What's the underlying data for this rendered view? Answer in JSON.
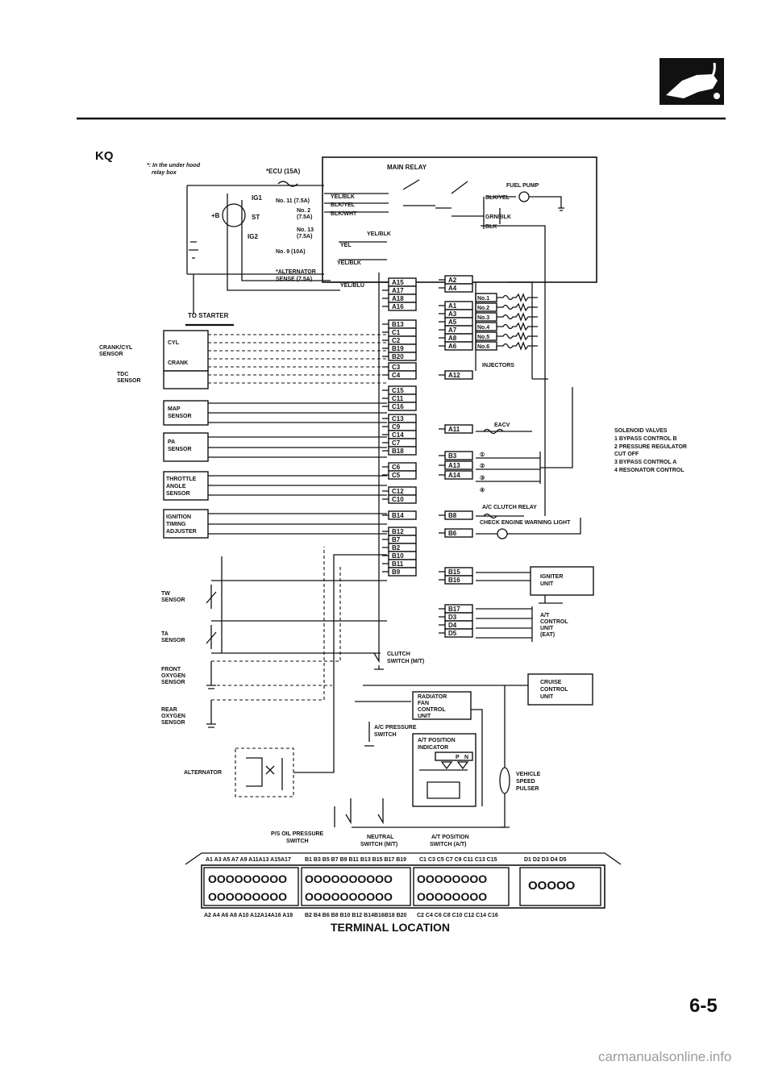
{
  "header": {
    "model_code": "KQ",
    "footnote_line1": "*: In the under hood",
    "footnote_line2": "relay box",
    "page_number": "6-5",
    "watermark": "carmanualsonline.info"
  },
  "power": {
    "ecu_fuse": "*ECU (15A)",
    "ig1": "IG1",
    "ig2": "IG2",
    "plus_b": "+B",
    "st": "ST",
    "fuse_no11": "No. 11 (7.5A)",
    "fuse_no2_a": "No. 2",
    "fuse_no2_b": "(7.5A)",
    "fuse_no13_a": "No. 13",
    "fuse_no13_b": "(7.5A)",
    "fuse_no9": "No. 9 (10A)",
    "alternator_sense_a": "*ALTERNATOR",
    "alternator_sense_b": "SENSE (7.5A)",
    "to_starter": "TO STARTER",
    "main_relay": "MAIN RELAY",
    "fuel_pump": "FUEL PUMP"
  },
  "wires": {
    "yel_blk": "YEL/BLK",
    "blk_yel": "BLK/YEL",
    "blk_wht": "BLK/WHT",
    "yel_blk_2": "YEL/BLK",
    "yel": "YEL",
    "yel_blk_3": "YEL/BLK",
    "yel_blu": "YEL/BLU",
    "blk_yel_2": "BLK/YEL",
    "grn_blk": "GRN/BLK",
    "blk": "BLK"
  },
  "sensors": {
    "crank_cyl_a": "CRANK/CYL",
    "crank_cyl_b": "SENSOR",
    "cyl": "CYL",
    "crank": "CRANK",
    "tdc_a": "TDC",
    "tdc_b": "SENSOR",
    "map_a": "MAP",
    "map_b": "SENSOR",
    "pa_a": "PA",
    "pa_b": "SENSOR",
    "throttle_a": "THROTTLE",
    "throttle_b": "ANGLE",
    "throttle_c": "SENSOR",
    "ignition_a": "IGNITION",
    "ignition_b": "TIMING",
    "ignition_c": "ADJUSTER",
    "tw_a": "TW",
    "tw_b": "SENSOR",
    "ta_a": "TA",
    "ta_b": "SENSOR",
    "front_o2_a": "FRONT",
    "front_o2_b": "OXYGEN",
    "front_o2_c": "SENSOR",
    "rear_o2_a": "REAR",
    "rear_o2_b": "OXYGEN",
    "rear_o2_c": "SENSOR",
    "alternator": "ALTERNATOR"
  },
  "ecu_pins": {
    "col_b": [
      "A15",
      "A17",
      "A18",
      "A16",
      "B13",
      "C1",
      "C2",
      "B19",
      "B20",
      "C3",
      "C4",
      "C15",
      "C11",
      "C16",
      "C13",
      "C9",
      "C14",
      "C7",
      "B18",
      "C6",
      "C5",
      "C12",
      "C10",
      "B14",
      "B12",
      "B7",
      "B2",
      "B10",
      "B11",
      "B9"
    ],
    "col_c_top": [
      "A2",
      "A4"
    ],
    "col_c_inj": [
      "A1",
      "A3",
      "A5",
      "A7",
      "A8",
      "A6"
    ],
    "col_c_mid": [
      "A12",
      "A11",
      "B3",
      "A13",
      "A14",
      "B8",
      "B6",
      "B15",
      "B16"
    ],
    "col_c_bot": [
      "B17",
      "D3",
      "D4",
      "D5"
    ]
  },
  "outputs": {
    "injectors_nos": [
      "No.1",
      "No.2",
      "No.3",
      "No.4",
      "No.5",
      "No.6"
    ],
    "injectors": "INJECTORS",
    "eacv": "EACV",
    "sol_1": "①",
    "sol_2": "②",
    "sol_3": "③",
    "sol_4": "④",
    "ac_clutch": "A/C CLUTCH RELAY",
    "cel": "CHECK ENGINE WARNING LIGHT",
    "igniter_a": "IGNITER",
    "igniter_b": "UNIT",
    "at_a": "A/T",
    "at_b": "CONTROL",
    "at_c": "UNIT",
    "at_d": "(EAT)",
    "cruise_a": "CRUISE",
    "cruise_b": "CONTROL",
    "cruise_c": "UNIT",
    "clutch_a": "CLUTCH",
    "clutch_b": "SWITCH (M/T)",
    "radiator_a": "RADIATOR",
    "radiator_b": "FAN",
    "radiator_c": "CONTROL",
    "radiator_d": "UNIT",
    "ac_pressure_a": "A/C PRESSURE",
    "ac_pressure_b": "SWITCH",
    "at_pos_a": "A/T POSITION",
    "at_pos_b": "INDICATOR",
    "p": "P",
    "n": "N",
    "vss_a": "VEHICLE",
    "vss_b": "SPEED",
    "vss_c": "PULSER",
    "ps_a": "P/S OIL PRESSURE",
    "ps_b": "SWITCH",
    "neutral_a": "NEUTRAL",
    "neutral_b": "SWITCH (M/T)",
    "atpos_sw_a": "A/T POSITION",
    "atpos_sw_b": "SWITCH (A/T)"
  },
  "legend": {
    "title": "SOLENOID VALVES",
    "items": [
      "1  BYPASS CONTROL B",
      "2  PRESSURE REGULATOR",
      "    CUT OFF",
      "3  BYPASS CONTROL A",
      "4  RESONATOR CONTROL"
    ]
  },
  "terminal": {
    "title": "TERMINAL LOCATION",
    "top_a": "A1 A3 A5 A7 A9 A11A13 A15A17",
    "top_b": "B1 B3 B5 B7 B9 B11 B13 B15 B17 B19",
    "top_c": "C1 C3 C5 C7 C9 C11 C13 C15",
    "top_d": "D1  D2  D3  D4  D5",
    "bot_a": "A2 A4 A6 A8 A10 A12A14A16 A18",
    "bot_b": "B2 B4 B6 B8 B10 B12 B14B16B18 B20",
    "bot_c": "C2 C4 C6 C8 C10 C12 C14 C16",
    "ring_a": "OOOOOOOOO",
    "ring_b": "OOOOOOOOOO",
    "ring_c": "OOOOOOOO",
    "ring_d": "OOOOO"
  }
}
